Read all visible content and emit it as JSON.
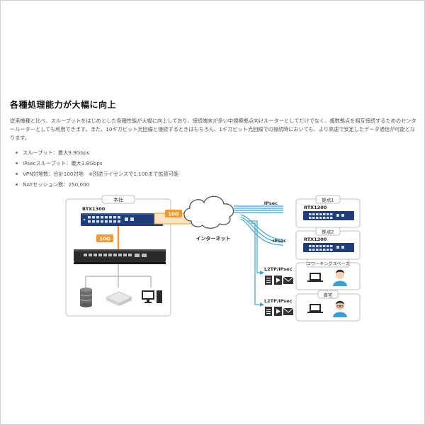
{
  "section": {
    "title": "各種処理能力が大幅に向上",
    "description": "従来機種と比べ、スループットをはじめとした各種性能が大幅に向上しており、接続端末が多い中規模拠点向けルーターとしてだけでなく、複数拠点を相互接続するためのセンタールーターとしても利用できます。また、10ギガビット光回線と接続するときはもちろん、1ギガビット光回線での接続時においても、より高速で安定したデータ通信が可能となります。",
    "bullets": [
      "スループット：最大9.9Gbps",
      "IPsecスループット：最大3.8Gbps",
      "VPN対地数：合計100対地　※別途ライセンスで1,100まで拡張可能",
      "NATセッション数：250,000"
    ]
  },
  "diagram": {
    "hq": {
      "title": "本社",
      "router": "RTX1300"
    },
    "link_10g_top": "10G",
    "link_10g_bottom": "10G",
    "internet": "インターネット",
    "sites": [
      {
        "title": "拠点1",
        "router": "RTX1300",
        "tunnel": "IPsec"
      },
      {
        "title": "拠点2",
        "router": "RTX1300",
        "tunnel": "IPsec"
      },
      {
        "title": "コワーキングスペース",
        "tunnel": "L2TP/IPsec"
      },
      {
        "title": "自宅",
        "tunnel": "L2TP/IPsec"
      }
    ],
    "colors": {
      "line": "#3aa8dc",
      "accent": "#f29a2e",
      "router": "#1e3d7a",
      "box": "#c8c8c8"
    }
  }
}
